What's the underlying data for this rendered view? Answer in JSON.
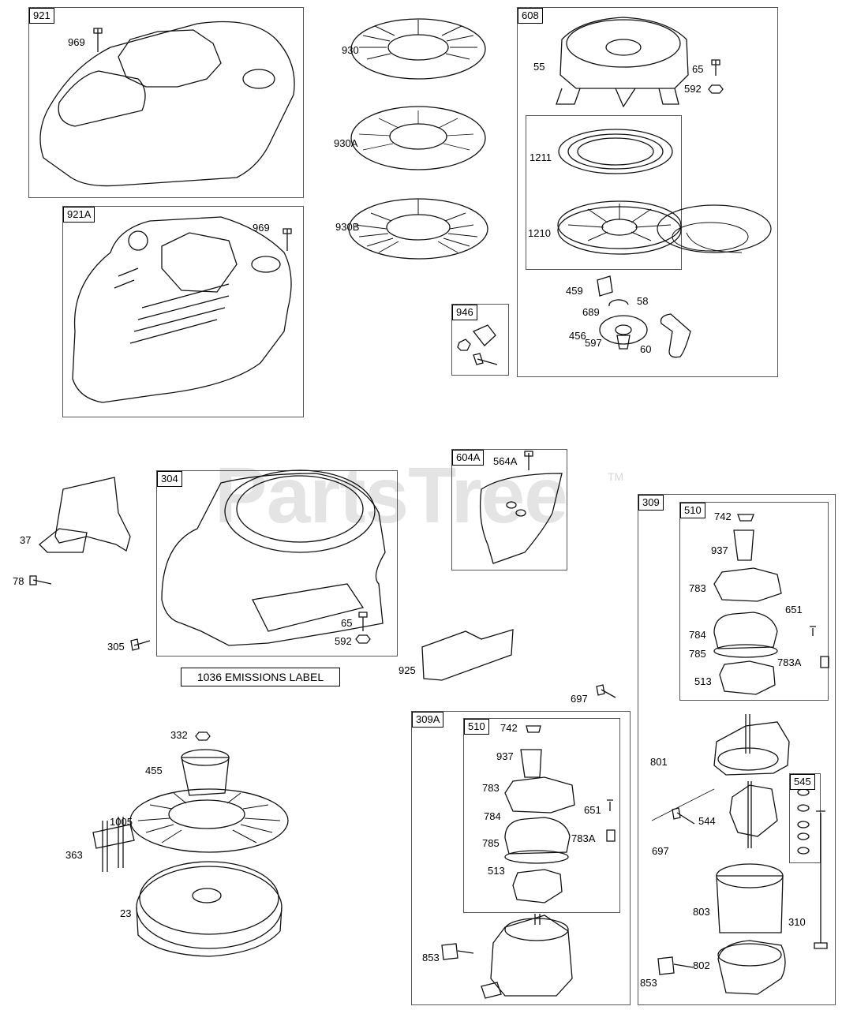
{
  "watermark": {
    "text": "PartsTree",
    "tm": "TM"
  },
  "groups": [
    "921",
    "921A",
    "608",
    "946",
    "304",
    "604A",
    "309",
    "510",
    "309A",
    "510",
    "545"
  ],
  "emissions_label": "1036 EMISSIONS LABEL",
  "parts": [
    "969",
    "969",
    "930",
    "930A",
    "930B",
    "55",
    "65",
    "592",
    "1211",
    "1210",
    "459",
    "58",
    "689",
    "456",
    "60",
    "597",
    "564A",
    "37",
    "78",
    "65",
    "592",
    "305",
    "925",
    "697",
    "742",
    "937",
    "783",
    "651",
    "784",
    "785",
    "783A",
    "513",
    "742",
    "937",
    "783",
    "651",
    "784",
    "785",
    "783A",
    "513",
    "332",
    "455",
    "1005",
    "363",
    "23",
    "853",
    "801",
    "544",
    "697",
    "803",
    "310",
    "802",
    "853"
  ]
}
